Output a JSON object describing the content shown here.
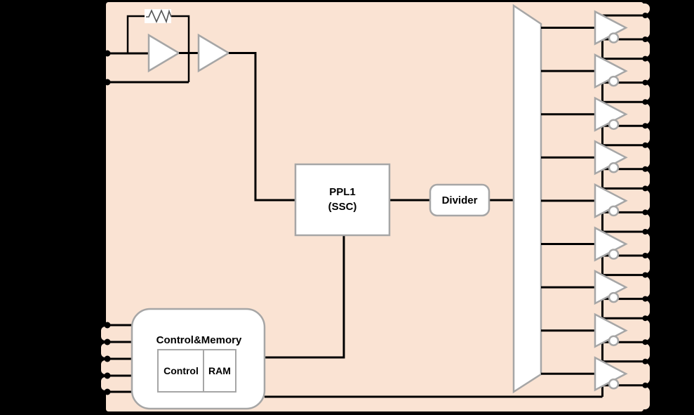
{
  "diagram": {
    "type": "clock-generator-block-diagram",
    "colors": {
      "background": "#000000",
      "chip_fill": "#FAE3D3",
      "chip_border": "#000000",
      "wire": "#000000",
      "shape_fill": "#FFFFFF",
      "shape_stroke": "#A6A6A6",
      "resistor_stroke": "#555555"
    },
    "blocks": {
      "pll": {
        "line1": "PPL1",
        "line2": "(SSC)"
      },
      "divider": {
        "label": "Divider"
      },
      "control_memory": {
        "title": "Control&Memory",
        "control_label": "Control",
        "ram_label": "RAM"
      }
    },
    "icons": [
      "resistor-icon",
      "amplifier-icon",
      "amplifier-icon",
      "mux-trapezoid-icon",
      "output-buffer-icon",
      "inverter-bubble-icon"
    ],
    "inputs": {
      "xtal_pin_count": 2,
      "control_pin_count": 5
    },
    "outputs": {
      "buffer_count": 9,
      "pins_per_buffer": 2,
      "output_pin_count": 18
    }
  }
}
